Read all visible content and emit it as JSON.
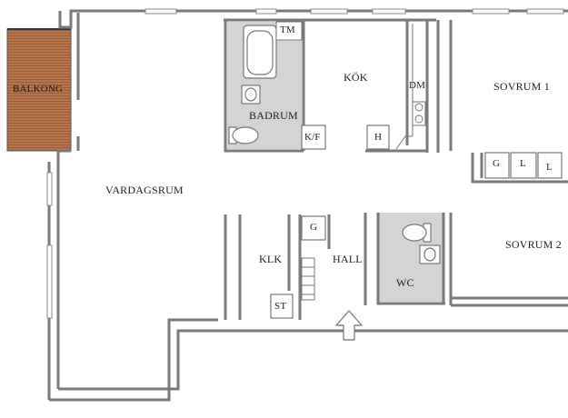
{
  "rooms": {
    "balkong": "BALKONG",
    "vardagsrum": "VARDAGSRUM",
    "badrum": "BADRUM",
    "kok": "KÖK",
    "sovrum1": "SOVRUM 1",
    "sovrum2": "SOVRUM 2",
    "hall": "HALL",
    "klk": "KLK",
    "wc": "WC"
  },
  "fixtures": {
    "tm": "TM",
    "dm": "DM",
    "kf": "K/F",
    "h": "H",
    "g_hall": "G",
    "st": "ST",
    "closet_g": "G",
    "closet_l1": "L",
    "closet_l2": "L"
  },
  "colors": {
    "wall": "#8a8a8a",
    "wet_room": "#d4d4d4",
    "balcony_wood": "#b5744a",
    "line": "#666666"
  }
}
